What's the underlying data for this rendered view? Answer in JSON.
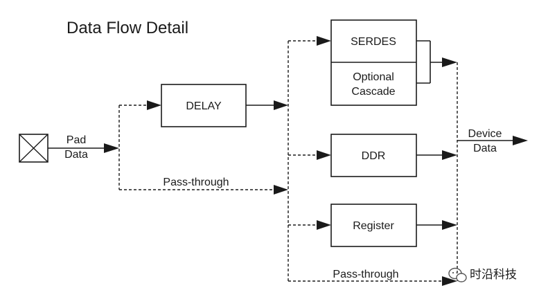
{
  "title": "Data Flow Detail",
  "pad_label_line1": "Pad",
  "pad_label_line2": "Data",
  "delay_label": "DELAY",
  "pass_through_upper": "Pass-through",
  "serdes_label": "SERDES",
  "optional_cascade_line1": "Optional",
  "optional_cascade_line2": "Cascade",
  "ddr_label": "DDR",
  "register_label": "Register",
  "pass_through_lower": "Pass-through",
  "device_data_line1": "Device",
  "device_data_line2": "Data",
  "watermark_text": "时沿科技",
  "watermark_icon": "wechat-logo-icon"
}
